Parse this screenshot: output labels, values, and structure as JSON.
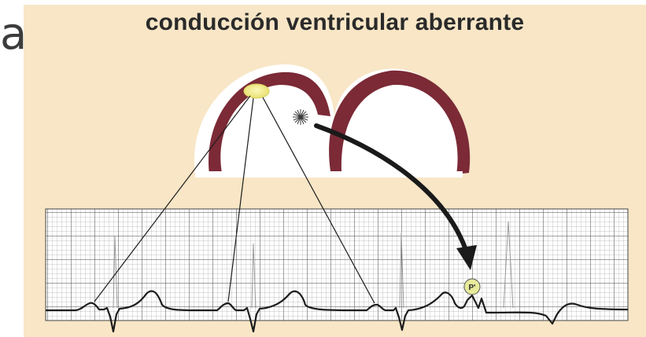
{
  "slide": {
    "title": "conducción ventricular aberrante",
    "stray_letter": "a"
  },
  "diagram": {
    "ectopic_label": "P'",
    "colors": {
      "background": "#f8e6c6",
      "heart_wall": "#7b2a36",
      "sinus_node": "#f1ec88",
      "ecg_trace": "#1c1c1c",
      "grid": "#6a6a6a",
      "label_circle": "#e7eb9a"
    },
    "icons": [
      "sinus-node-icon",
      "ectopic-focus-icon",
      "conduction-arrow-icon"
    ]
  }
}
